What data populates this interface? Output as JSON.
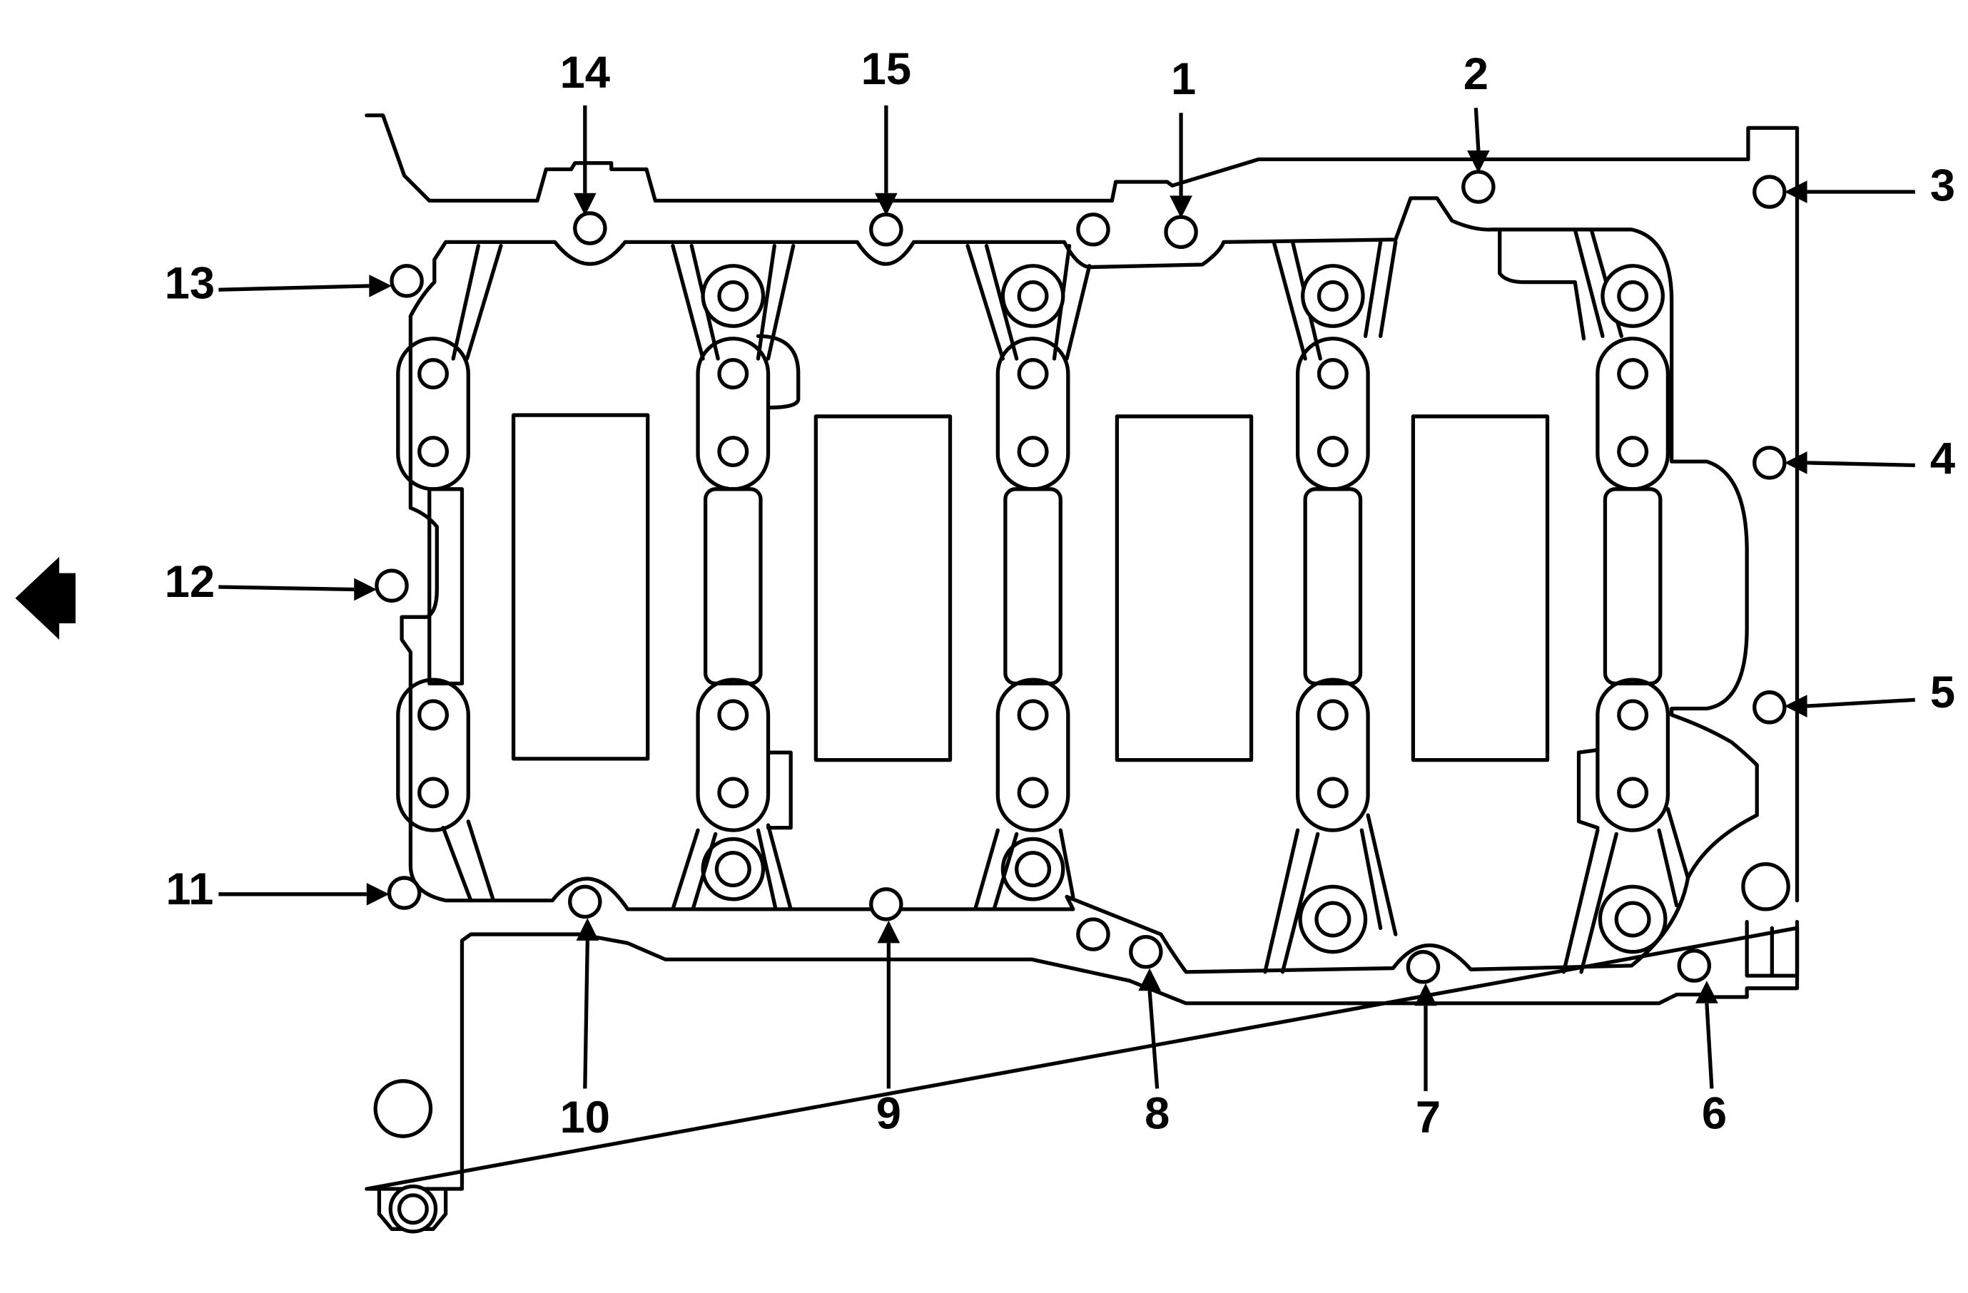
{
  "callouts": [
    {
      "id": "1",
      "label": "1"
    },
    {
      "id": "2",
      "label": "2"
    },
    {
      "id": "3",
      "label": "3"
    },
    {
      "id": "4",
      "label": "4"
    },
    {
      "id": "5",
      "label": "5"
    },
    {
      "id": "6",
      "label": "6"
    },
    {
      "id": "7",
      "label": "7"
    },
    {
      "id": "8",
      "label": "8"
    },
    {
      "id": "9",
      "label": "9"
    },
    {
      "id": "10",
      "label": "10"
    },
    {
      "id": "11",
      "label": "11"
    },
    {
      "id": "12",
      "label": "12"
    },
    {
      "id": "13",
      "label": "13"
    },
    {
      "id": "14",
      "label": "14"
    },
    {
      "id": "15",
      "label": "15"
    }
  ],
  "icons": {
    "direction": "left-arrow-icon"
  },
  "colors": {
    "line": "#000000",
    "background": "#ffffff"
  }
}
